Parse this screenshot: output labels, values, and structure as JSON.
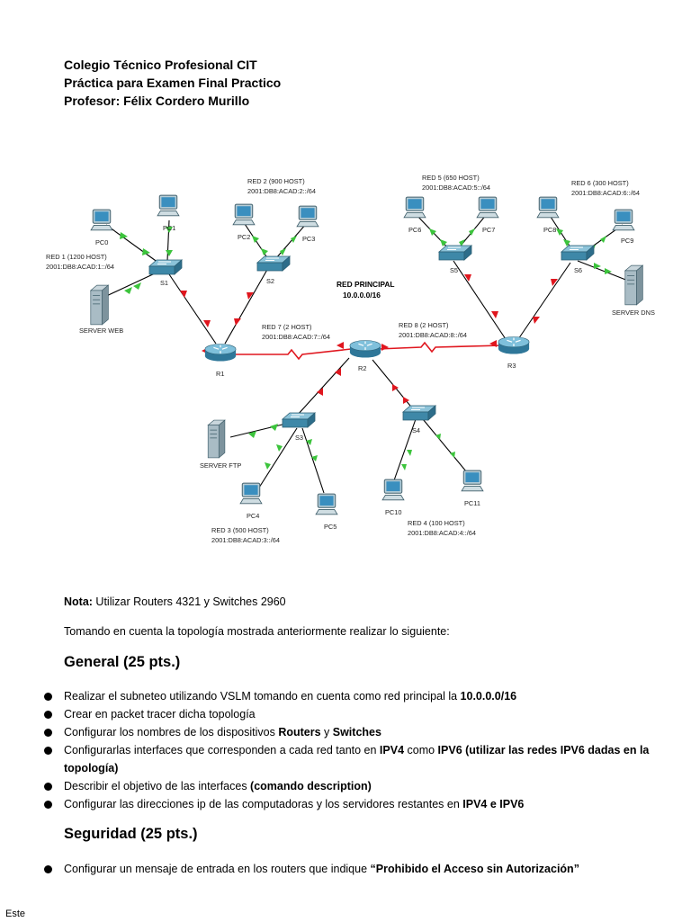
{
  "header": {
    "school": "Colegio Técnico Profesional CIT",
    "title": "Práctica para Examen Final Practico",
    "teacher": "Profesor: Félix Cordero Murillo"
  },
  "topology": {
    "main_network": {
      "title": "RED PRINCIPAL",
      "address": "10.0.0.0/16"
    },
    "networks": [
      {
        "name": "RED 1 (1200 HOST)",
        "ipv6": "2001:DB8:ACAD:1::/64"
      },
      {
        "name": "RED 2 (900 HOST)",
        "ipv6": "2001:DB8:ACAD:2::/64"
      },
      {
        "name": "RED 3 (500 HOST)",
        "ipv6": "2001:DB8:ACAD:3::/64"
      },
      {
        "name": "RED 4 (100 HOST)",
        "ipv6": "2001:DB8:ACAD:4::/64"
      },
      {
        "name": "RED 5 (650 HOST)",
        "ipv6": "2001:DB8:ACAD:5::/64"
      },
      {
        "name": "RED 6 (300 HOST)",
        "ipv6": "2001:DB8:ACAD:6::/64"
      },
      {
        "name": "RED 7 (2 HOST)",
        "ipv6": "2001:DB8:ACAD:7::/64"
      },
      {
        "name": "RED 8 (2 HOST)",
        "ipv6": "2001:DB8:ACAD:8::/64"
      }
    ],
    "routers": [
      "R1",
      "R2",
      "R3"
    ],
    "switches": [
      "S1",
      "S2",
      "S3",
      "S4",
      "S5",
      "S6"
    ],
    "pcs": [
      "PC0",
      "PC1",
      "PC2",
      "PC3",
      "PC4",
      "PC5",
      "PC6",
      "PC7",
      "PC8",
      "PC9",
      "PC10",
      "PC11"
    ],
    "servers": [
      "SERVER WEB",
      "SERVER FTP",
      "SERVER DNS"
    ],
    "colors": {
      "router": "#3f8fb0",
      "switch": "#5b9fbc",
      "link": "#000000",
      "serial": "#e0161e",
      "up_port": "#3cc43c",
      "down_port": "#e0161e"
    }
  },
  "nota": {
    "label": "Nota:",
    "text": " Utilizar Routers 4321 y Switches 2960"
  },
  "intro": "Tomando en cuenta la topología mostrada anteriormente realizar lo siguiente:",
  "sections": {
    "general": "General (25 pts.)",
    "seguridad": "Seguridad (25 pts.)"
  },
  "tasks": [
    {
      "a": "Realizar el subneteo utilizando VSLM tomando en cuenta como red principal la ",
      "b": "10.0.0.0/16",
      "c": ""
    },
    {
      "a": "Crear en packet tracer dicha topología",
      "b": "",
      "c": ""
    },
    {
      "a": "Configurar los nombres de los dispositivos ",
      "b": "Routers",
      "c": " y ",
      "d": "Switches"
    },
    {
      "a": "Configurarlas interfaces que corresponden a cada red tanto en ",
      "b": "IPV4",
      "c": " como ",
      "d": "IPV6",
      "e": "  (utilizar las redes IPV6 dadas en la topología)"
    },
    {
      "a": "Describir el objetivo de las interfaces ",
      "b": "(comando description)",
      "c": ""
    },
    {
      "a": "Configurar las direcciones ip de las computadoras y los servidores restantes en ",
      "b": "IPV4 e IPV6",
      "c": ""
    }
  ],
  "security_tasks": [
    {
      "a": "Configurar un mensaje de entrada en los routers que indique ",
      "b": "“Prohibido el Acceso sin Autorización”"
    }
  ],
  "footer": "Este"
}
